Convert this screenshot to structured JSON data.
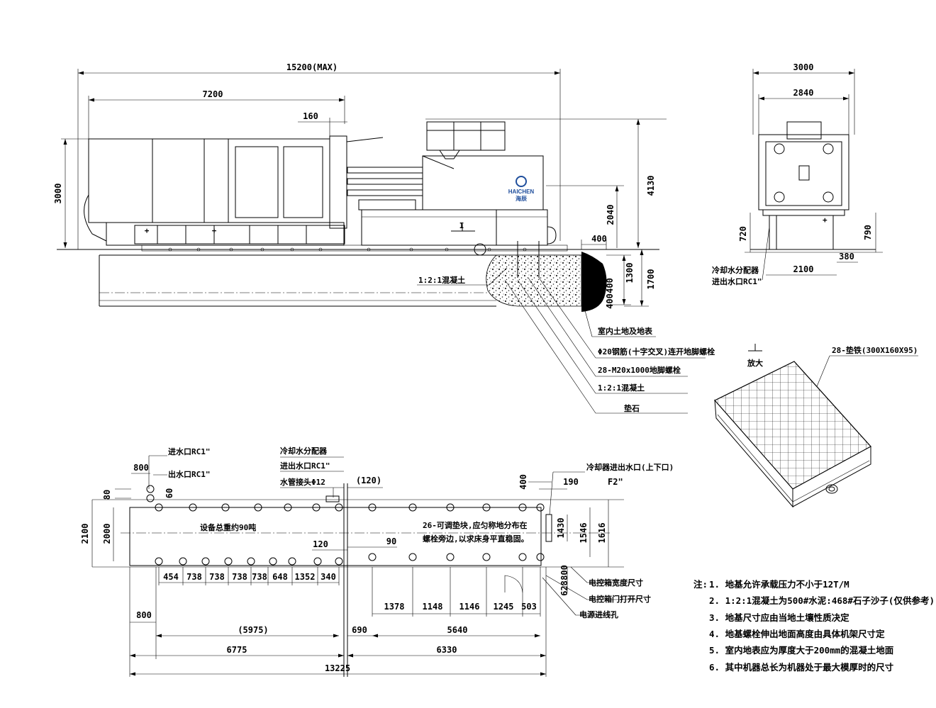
{
  "side_view": {
    "dimensions": {
      "overall_length": "15200(MAX)",
      "clamp_length": "7200",
      "offset": "160",
      "height_3000": "3000",
      "height_4130": "4130",
      "height_2040": "2040",
      "pit_width": "400",
      "pit_depth_1300": "1300",
      "pit_depth_1700": "1700",
      "pit_400a": "400",
      "pit_400b": "400"
    },
    "logo": {
      "en": "HAICHEN",
      "cn": "海辰"
    },
    "labels": {
      "concrete_left": "1:2:1混凝土",
      "indoor_floor": "室内土地及地表",
      "anchor_rebar": "Φ20钢筋(十字交叉)连开地脚螺栓",
      "anchor_bolt": "28-M20x1000地脚螺栓",
      "concrete_right": "1:2:1混凝土",
      "gravel": "垫石"
    },
    "section_mark": "I"
  },
  "end_view": {
    "dimensions": {
      "width_3000": "3000",
      "width_2840": "2840",
      "height_720": "720",
      "height_790": "790",
      "base_2100": "2100",
      "offset_380": "380"
    },
    "labels": {
      "cooling_manifold": "冷却水分配器",
      "water_io": "进出水口RC1\""
    }
  },
  "detail": {
    "mark": "I",
    "mark_caption": "放大",
    "pad_label": "28-垫铁(300X160X95)"
  },
  "plan_view": {
    "labels": {
      "water_in": "进水口RC1\"",
      "water_out": "出水口RC1\"",
      "manifold": "冷却水分配器",
      "manifold_io": "进出水口RC1\"",
      "hose": "水管接头Φ12",
      "cooling_io": "冷却器进出水口(上下口)",
      "f2": "F2\"",
      "total_weight": "设备总重约90吨",
      "pad_note_1": "26-可调垫块,应匀称地分布在",
      "pad_note_2": "螺栓旁边,以求床身平直稳固。",
      "cabinet_width": "电控箱宽度尺寸",
      "cabinet_door": "电控箱门打开尺寸",
      "cable_hole": "电源进线孔"
    },
    "dimensions": {
      "d800_top": "800",
      "d80": "80",
      "d60": "60",
      "d120_paren": "(120)",
      "d400": "400",
      "d190": "190",
      "d2100": "2100",
      "d2000": "2000",
      "d1430": "1430",
      "d1546": "1546",
      "d1616": "1616",
      "d120": "120",
      "d90": "90",
      "d800_cab": "800",
      "d628": "628",
      "d800_left": "800",
      "d5975": "(5975)",
      "d690": "690",
      "d5640": "5640",
      "d6775": "6775",
      "d6330": "6330",
      "d13225": "13225"
    },
    "left_segments": [
      "454",
      "738",
      "738",
      "738",
      "738",
      "648",
      "1352",
      "340"
    ],
    "right_segments": [
      "1378",
      "1148",
      "1146",
      "1245",
      "503"
    ]
  },
  "notes": {
    "prefix": "注:",
    "items": [
      "1. 地基允许承载压力不小于12T/M",
      "2. 1:2:1混凝土为500#水泥:468#石子沙子(仅供参考)",
      "3. 地基尺寸应由当地土壤性质决定",
      "4. 地基螺栓伸出地面高度由具体机架尺寸定",
      "5. 室内地表应为厚度大于200mm的混凝土地面",
      "6. 其中机器总长为机器处于最大模厚时的尺寸"
    ]
  }
}
